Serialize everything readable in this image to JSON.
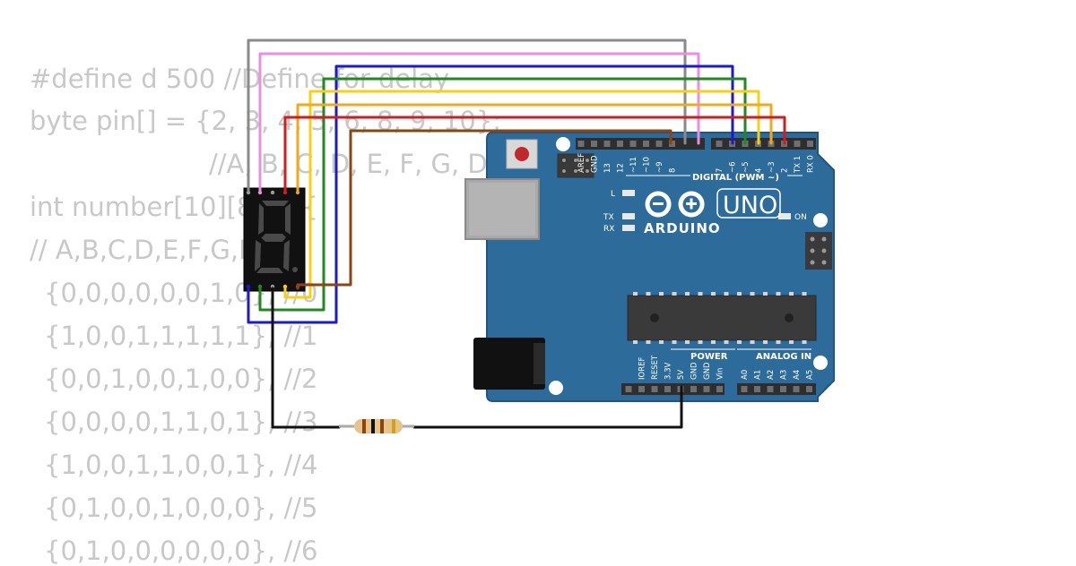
{
  "code_lines": [
    "#define d 500 //Define for delay",
    "byte pin[] = {2, 3, 4, 5, 6, 8, 9, 10};",
    "//A, B, C, D, E, F, G, DP",
    "int number[10][8] = {",
    "// A,B,C,D,E,F,G,DP",
    "{0,0,0,0,0,0,1,0}, //0",
    "{1,0,0,1,1,1,1,1}, //1",
    "{0,0,1,0,0,1,0,0}, //2",
    "{0,0,0,0,1,1,0,1}, //3",
    "{1,0,0,1,1,0,0,1}, //4",
    "{0,1,0,0,1,0,0,0}, //5",
    "{0,1,0,0,0,0,0,0}, //6"
  ],
  "board": {
    "brand": "ARDUINO",
    "model": "UNO",
    "digital_label": "DIGITAL (PWM ~)",
    "power_label": "POWER",
    "analog_label": "ANALOG IN",
    "on_label": "ON",
    "l_label": "L",
    "tx_label": "TX",
    "rx_label": "RX",
    "digital_pins_left": [
      "AREF",
      "GND",
      "13",
      "12",
      "~11",
      "~10",
      "~9",
      "8"
    ],
    "digital_pins_right": [
      "7",
      "~6",
      "~5",
      "4",
      "~3",
      "2",
      "TX 1",
      "RX 0"
    ],
    "power_pins": [
      "IOREF",
      "RESET",
      "3.3V",
      "5V",
      "GND",
      "GND",
      "Vin"
    ],
    "analog_pins": [
      "A0",
      "A1",
      "A2",
      "A3",
      "A4",
      "A5"
    ]
  },
  "colors": {
    "board": "#2c6b9a",
    "board_edge": "#1f5580",
    "wire_gray": "#8a8a8a",
    "wire_pink": "#e98ee3",
    "wire_blue": "#1a1ad0",
    "wire_green": "#1f8a1f",
    "wire_yellow": "#f5d015",
    "wire_orange": "#f0a81e",
    "wire_red": "#d01e1e",
    "wire_brown": "#8b4513",
    "wire_black": "#111111"
  }
}
